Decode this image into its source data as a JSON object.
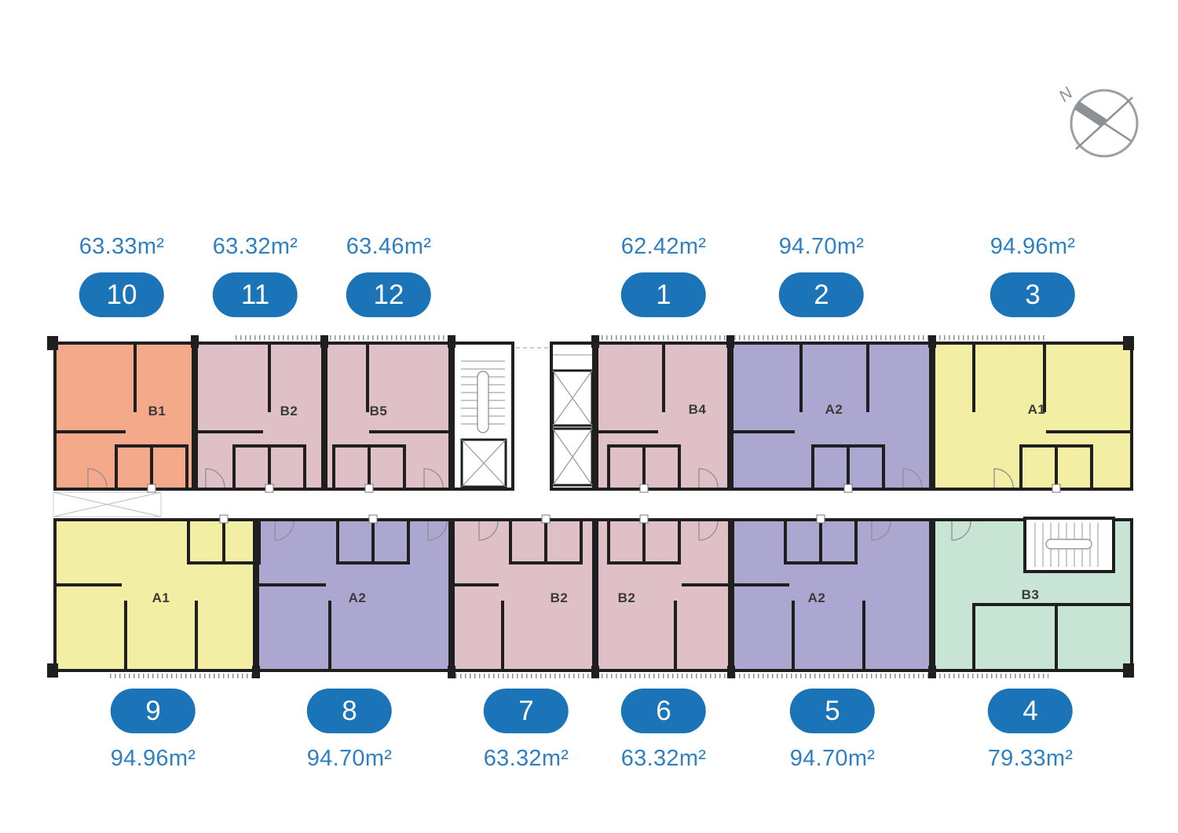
{
  "compass": {
    "label": "N"
  },
  "colors": {
    "badge": "#1B74B8",
    "area_text": "#2F80C2",
    "wall": "#1F1F1F",
    "type_b1": "#F5A98B",
    "type_b2": "#DFC0C6",
    "type_a2": "#ACA7D1",
    "type_a1": "#F2EEA4",
    "type_b3": "#C7E4D4"
  },
  "units": {
    "u10": {
      "number": "10",
      "area": "63.33m²",
      "type": "B1",
      "color": "#F5A98B"
    },
    "u11": {
      "number": "11",
      "area": "63.32m²",
      "type": "B2",
      "color": "#DFC0C6"
    },
    "u12": {
      "number": "12",
      "area": "63.46m²",
      "type": "B5",
      "color": "#DFC0C6"
    },
    "u1": {
      "number": "1",
      "area": "62.42m²",
      "type": "B4",
      "color": "#DFC0C6"
    },
    "u2": {
      "number": "2",
      "area": "94.70m²",
      "type": "A2",
      "color": "#ACA7D1"
    },
    "u3": {
      "number": "3",
      "area": "94.96m²",
      "type": "A1",
      "color": "#F2EEA4"
    },
    "u9": {
      "number": "9",
      "area": "94.96m²",
      "type": "A1",
      "color": "#F2EEA4"
    },
    "u8": {
      "number": "8",
      "area": "94.70m²",
      "type": "A2",
      "color": "#ACA7D1"
    },
    "u7": {
      "number": "7",
      "area": "63.32m²",
      "type": "B2",
      "color": "#DFC0C6"
    },
    "u6": {
      "number": "6",
      "area": "63.32m²",
      "type": "B2",
      "color": "#DFC0C6"
    },
    "u5": {
      "number": "5",
      "area": "94.70m²",
      "type": "A2",
      "color": "#ACA7D1"
    },
    "u4": {
      "number": "4",
      "area": "79.33m²",
      "type": "B3",
      "color": "#C7E4D4"
    }
  }
}
